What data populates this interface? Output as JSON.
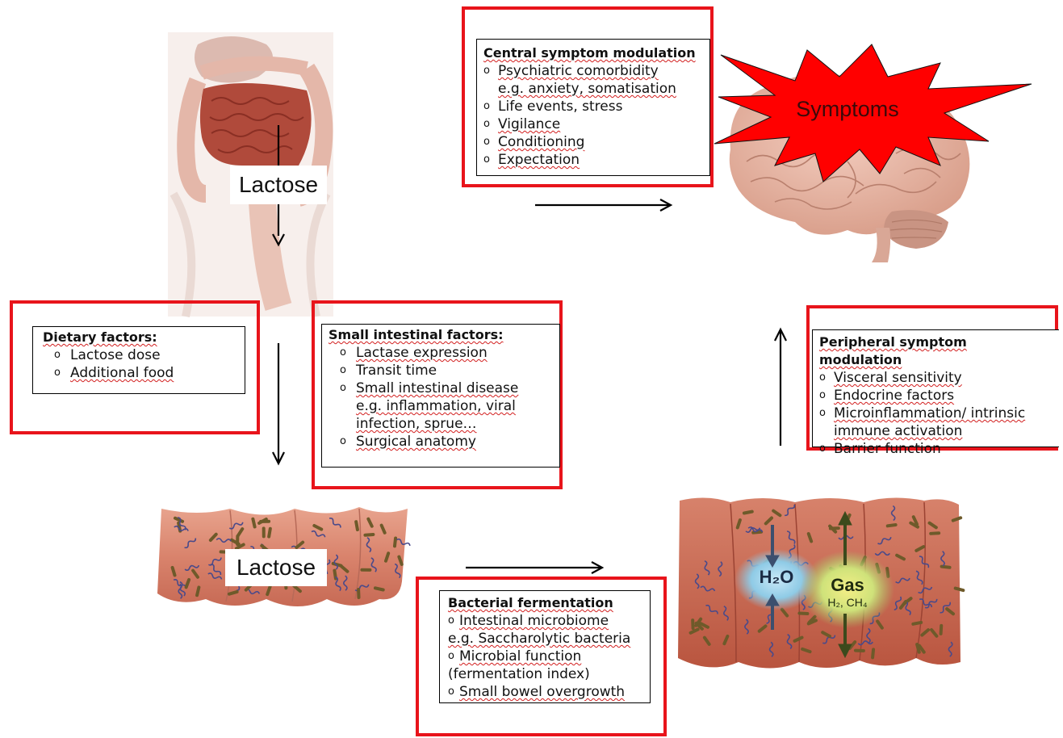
{
  "labels": {
    "lactose_top": "Lactose",
    "lactose_bottom": "Lactose",
    "symptoms": "Symptoms",
    "h2o": "H₂O",
    "gas": "Gas",
    "gas_sub": "H₂, CH₄"
  },
  "central": {
    "title": "Central symptom modulation",
    "items": [
      "Psychiatric comorbidity",
      "e.g. anxiety, somatisation",
      "Life events, stress",
      "Vigilance",
      "Conditioning",
      "Expectation"
    ]
  },
  "dietary": {
    "title": "Dietary factors:",
    "items": [
      "Lactose dose",
      "Additional food"
    ]
  },
  "small_intestinal": {
    "title": "Small intestinal factors:",
    "items": [
      "Lactase expression",
      "Transit time",
      "Small intestinal disease",
      "e.g. inflammation, viral",
      "infection, sprue…",
      "Surgical anatomy"
    ]
  },
  "peripheral": {
    "title": "Peripheral symptom modulation",
    "items": [
      "Visceral sensitivity",
      "Endocrine factors",
      "Microinflammation/ intrinsic",
      "immune activation",
      "Barrier function"
    ]
  },
  "bacterial": {
    "title": "Bacterial fermentation",
    "items": [
      "Intestinal microbiome",
      "e.g. Saccharolytic bacteria",
      "Microbial function",
      "(fermentation index)",
      "Small bowel overgrowth"
    ]
  },
  "colors": {
    "frame_red": "#e8141b",
    "burst_red": "#ff0000",
    "intestine": "#b44a3c",
    "colon": "#d98b76",
    "brain": "#e9b8a7"
  }
}
